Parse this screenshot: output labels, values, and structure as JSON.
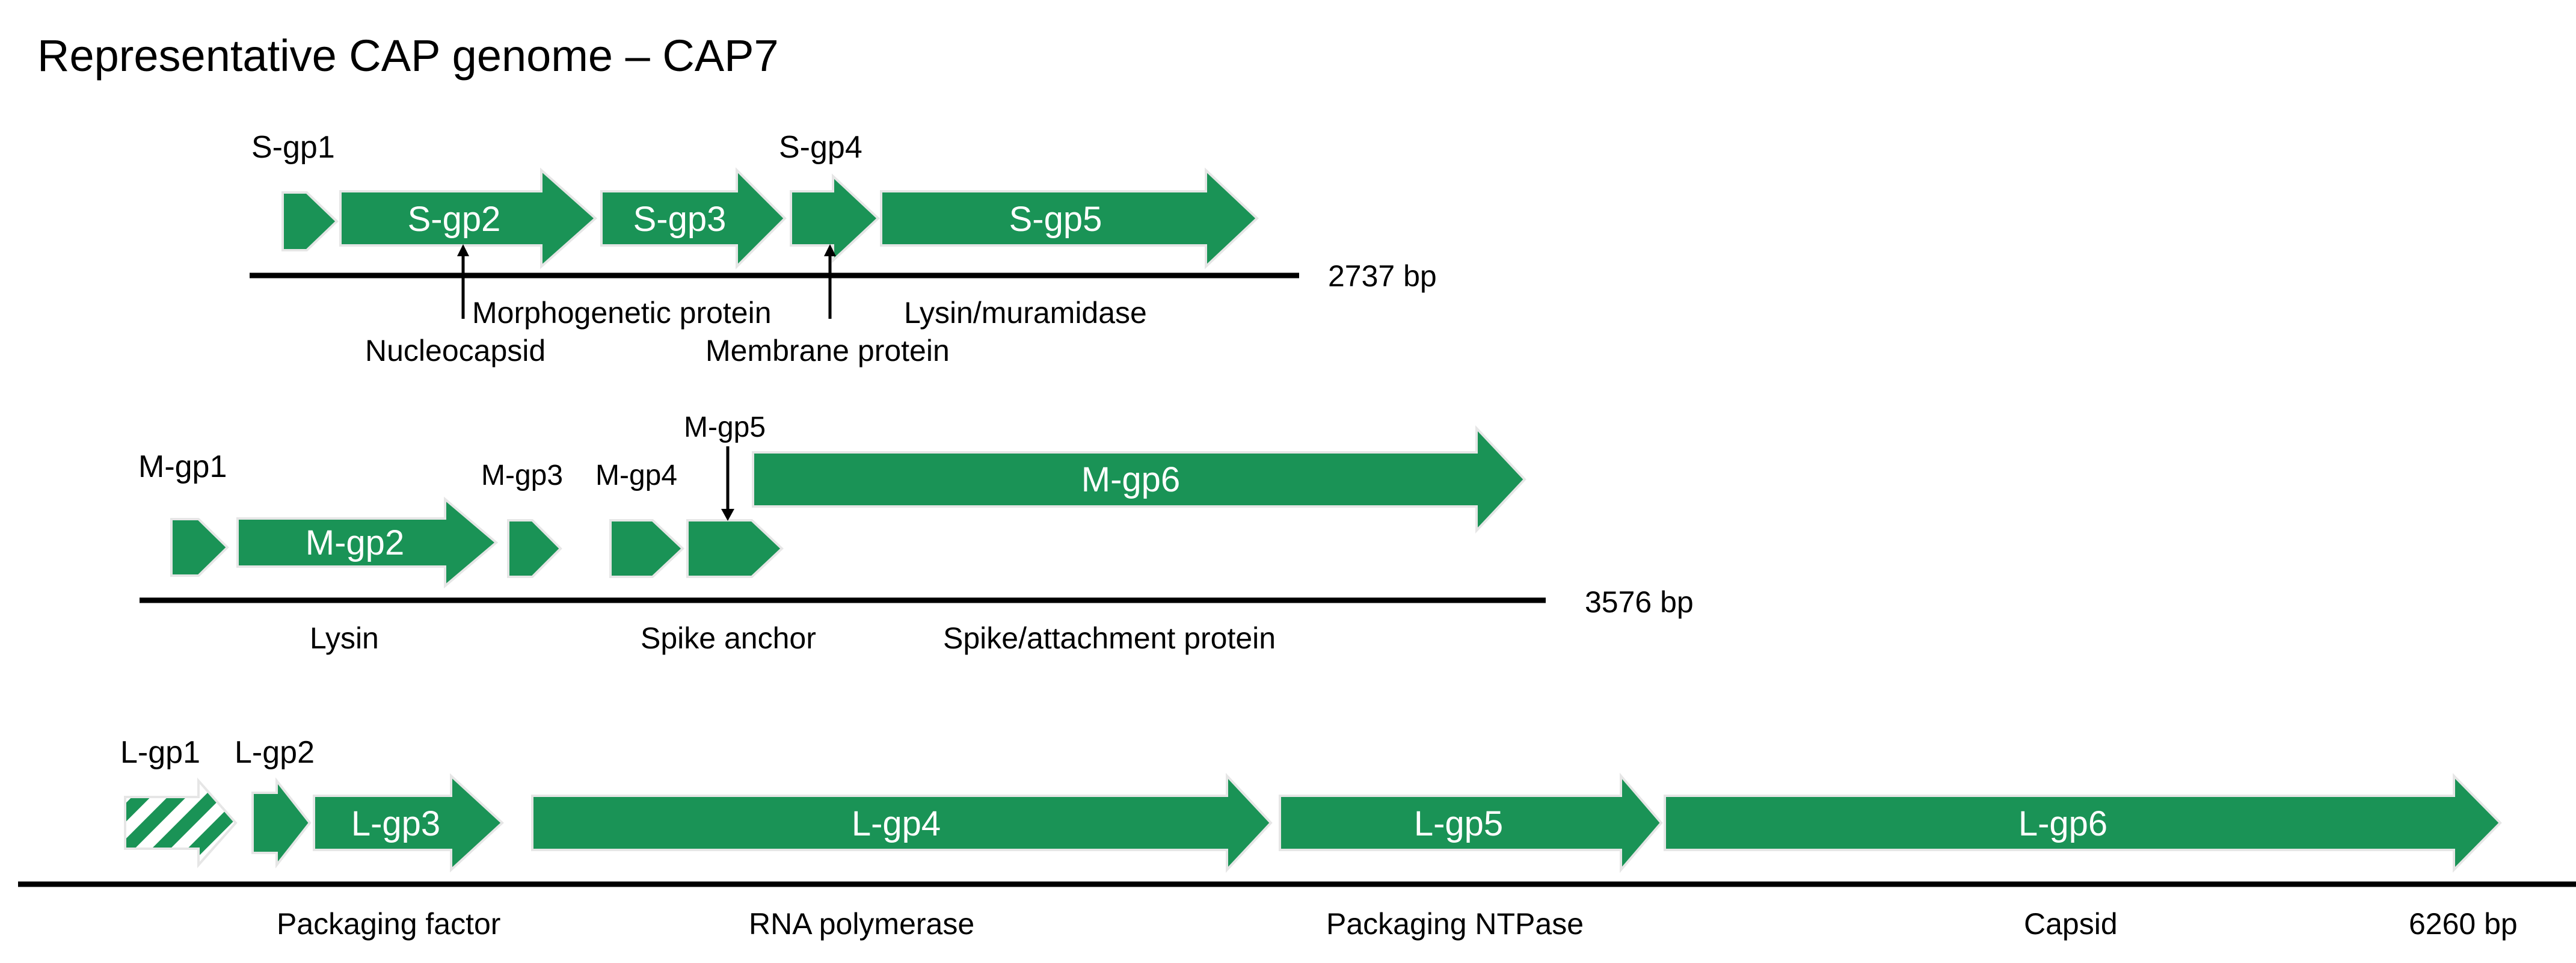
{
  "title": "Representative CAP genome – CAP7",
  "segments": [
    {
      "id": "S",
      "length_label": "2737 bp",
      "genes": [
        {
          "name": "S-gp1",
          "label_position": "above"
        },
        {
          "name": "S-gp2",
          "label_position": "inside"
        },
        {
          "name": "S-gp3",
          "label_position": "inside"
        },
        {
          "name": "S-gp4",
          "label_position": "above"
        },
        {
          "name": "S-gp5",
          "label_position": "inside"
        }
      ],
      "functions": [
        "Morphogenetic protein",
        "Lysin/muramidase",
        "Nucleocapsid",
        "Membrane protein"
      ]
    },
    {
      "id": "M",
      "length_label": "3576 bp",
      "genes": [
        {
          "name": "M-gp1",
          "label_position": "above"
        },
        {
          "name": "M-gp2",
          "label_position": "inside"
        },
        {
          "name": "M-gp3",
          "label_position": "above"
        },
        {
          "name": "M-gp4",
          "label_position": "above"
        },
        {
          "name": "M-gp5",
          "label_position": "above"
        },
        {
          "name": "M-gp6",
          "label_position": "inside"
        }
      ],
      "functions": [
        "Lysin",
        "Spike anchor",
        "Spike/attachment protein"
      ]
    },
    {
      "id": "L",
      "length_label": "6260 bp",
      "genes": [
        {
          "name": "L-gp1",
          "label_position": "above",
          "style": "hatched"
        },
        {
          "name": "L-gp2",
          "label_position": "above"
        },
        {
          "name": "L-gp3",
          "label_position": "inside"
        },
        {
          "name": "L-gp4",
          "label_position": "inside"
        },
        {
          "name": "L-gp5",
          "label_position": "inside"
        },
        {
          "name": "L-gp6",
          "label_position": "inside"
        }
      ],
      "functions": [
        "Packaging factor",
        "RNA polymerase",
        "Packaging NTPase",
        "Capsid"
      ]
    }
  ],
  "colors": {
    "gene_fill": "#1a9356",
    "gene_outline": "#e6e6e6",
    "baseline": "#000000",
    "text": "#000000",
    "inside_text": "#ffffff"
  }
}
